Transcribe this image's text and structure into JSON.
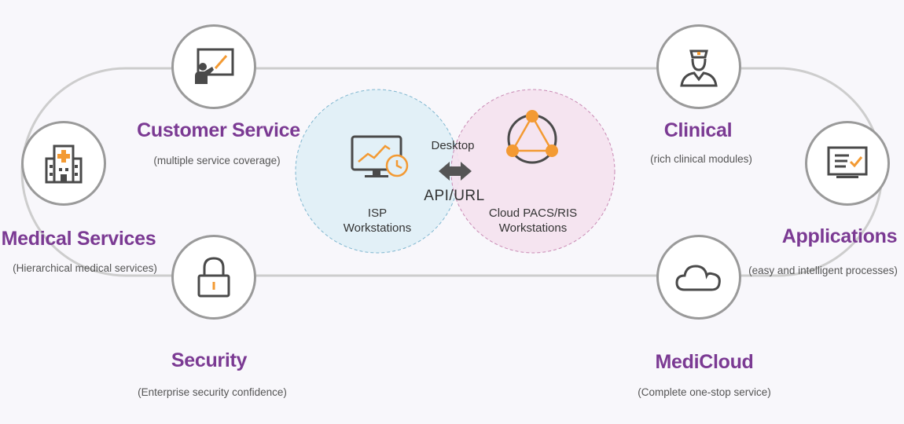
{
  "center": {
    "left_label_line1": "ISP",
    "left_label_line2": "Workstations",
    "right_label_line1": "Cloud PACS/RIS",
    "right_label_line2": "Workstations",
    "connector_top": "Desktop",
    "connector_bottom": "API/URL"
  },
  "nodes": {
    "customer_service": {
      "title": "Customer Service",
      "subtitle": "(multiple service coverage)",
      "icon": "presentation-board-icon"
    },
    "medical_services": {
      "title": "Medical Services",
      "subtitle": "(Hierarchical medical services)",
      "icon": "hospital-building-icon"
    },
    "security": {
      "title": "Security",
      "subtitle": "(Enterprise security confidence)",
      "icon": "padlock-icon"
    },
    "clinical": {
      "title": "Clinical",
      "subtitle": "(rich clinical modules)",
      "icon": "nurse-icon"
    },
    "applications": {
      "title": "Applications",
      "subtitle": "(easy and intelligent processes)",
      "icon": "checklist-monitor-icon"
    },
    "medicloud": {
      "title": "MediCloud",
      "subtitle": "(Complete one-stop service)",
      "icon": "cloud-icon"
    }
  },
  "colors": {
    "title": "#7b3a93",
    "accent_orange": "#f39a33",
    "icon_gray": "#4a4a4a",
    "left_circle_fill": "#e2f0f7",
    "right_circle_fill": "#f4e2ef",
    "track": "#c9c9c9"
  }
}
